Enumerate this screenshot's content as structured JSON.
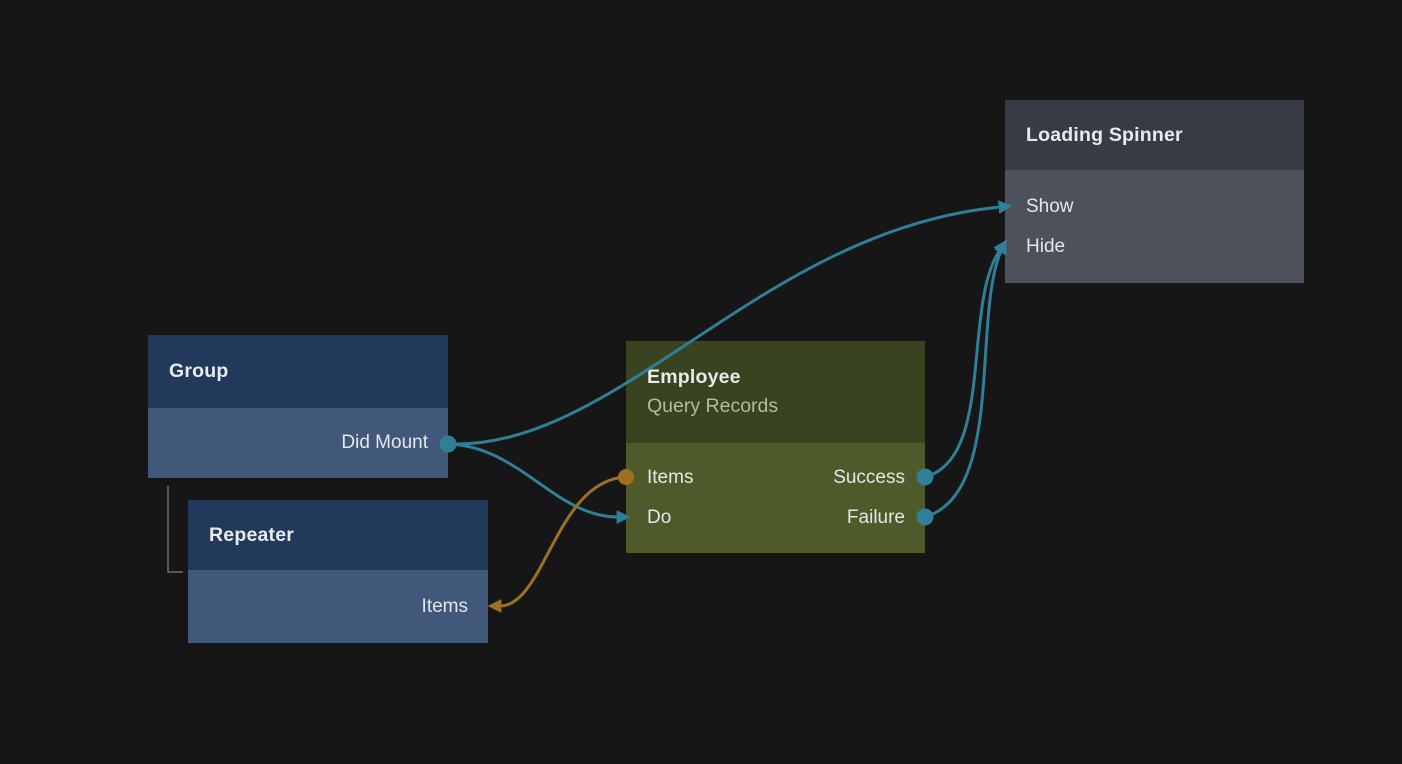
{
  "canvas": {
    "type": "node-graph-editor"
  },
  "colors": {
    "canvas_bg": "#161616",
    "blue_header": "#213a5b",
    "blue_body": "#42587b",
    "green_header": "#39431f",
    "green_body": "#4f5a2b",
    "gray_header": "#373b45",
    "gray_body": "#4c515b",
    "wire_teal": "#2f7f99",
    "wire_orange": "#9e7122",
    "title_text": "#e8eaec",
    "subtitle_text": "#b2bba3",
    "row_text": "#e4e6e8",
    "tree_line": "#6e6e6e"
  },
  "nodes": {
    "group": {
      "title": "Group",
      "rows": [
        {
          "right": "Did Mount"
        }
      ]
    },
    "repeater": {
      "title": "Repeater",
      "rows": [
        {
          "right": "Items"
        }
      ]
    },
    "employee": {
      "title": "Employee",
      "subtitle": "Query Records",
      "rows": [
        {
          "left": "Items",
          "right": "Success"
        },
        {
          "left": "Do",
          "right": "Failure"
        }
      ]
    },
    "loading_spinner": {
      "title": "Loading Spinner",
      "rows": [
        {
          "left": "Show"
        },
        {
          "left": "Hide"
        }
      ]
    }
  },
  "edges": [
    {
      "from": "group.did-mount",
      "to": "loading-spinner.show",
      "color": "#2f7f99"
    },
    {
      "from": "group.did-mount",
      "to": "employee.do",
      "color": "#2f7f99"
    },
    {
      "from": "employee.items",
      "to": "repeater.items",
      "color": "#9e7122"
    },
    {
      "from": "employee.success",
      "to": "loading-spinner.hide",
      "color": "#2f7f99"
    },
    {
      "from": "employee.failure",
      "to": "loading-spinner.hide",
      "color": "#2f7f99"
    }
  ],
  "hierarchy": [
    {
      "parent": "group",
      "child": "repeater"
    }
  ]
}
